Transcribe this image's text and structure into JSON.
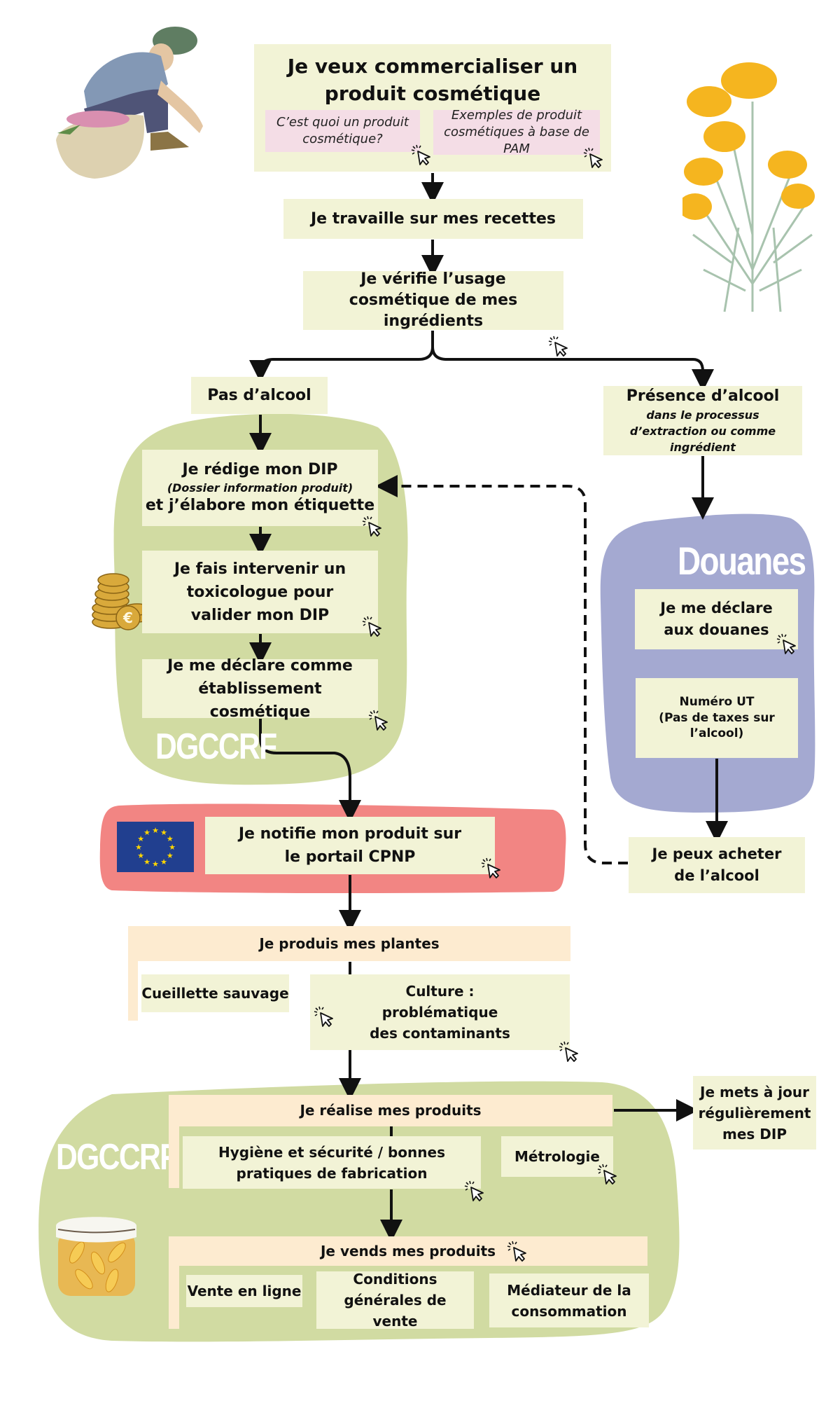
{
  "steps": {
    "start": {
      "title": "Je veux commercialiser un produit cosmétique",
      "link1": "C’est quoi un produit cosmétique?",
      "link2": "Exemples de produit cosmétiques à base de PAM"
    },
    "recettes": "Je travaille sur mes recettes",
    "verifie": "Je vérifie l’usage cosmétique de mes ingrédients",
    "pas_alcool": "Pas d’alcool",
    "presence_alcool": {
      "title": "Présence d’alcool",
      "subtitle": "dans le processus d’extraction ou comme ingrédient"
    },
    "dip": {
      "line1": "Je rédige mon DIP",
      "line2": "(Dossier information produit)",
      "line3": "et j’élabore mon étiquette"
    },
    "toxicologue": "Je fais intervenir un toxicologue pour valider mon DIP",
    "etablissement": "Je me déclare comme établissement cosmétique",
    "cpnp": "Je notifie mon produit sur le portail CPNP",
    "douanes_declare": "Je me déclare aux douanes",
    "numero_ut": {
      "line1": "Numéro UT",
      "line2": "(Pas de taxes sur l’alcool)"
    },
    "acheter_alcool": "Je peux acheter de l’alcool",
    "produis_plantes": "Je produis mes plantes",
    "cueillette": "Cueillette sauvage",
    "culture": "Culture : problématique des contaminants",
    "realise": "Je réalise mes produits",
    "hygiene": "Hygiène et sécurité / bonnes pratiques de fabrication",
    "metrologie": "Métrologie",
    "mets_a_jour": "Je mets à jour régulièrement mes DIP",
    "vends": "Je vends mes produits",
    "vente_ligne": "Vente en ligne",
    "conditions": "Conditions générales de vente",
    "mediateur": "Médiateur de la consommation"
  },
  "zones": {
    "dgccrf_top": "DGCCRF",
    "dgccrf_bottom": "DGCCRF",
    "douanes": "Douanes"
  },
  "illustrations": {
    "farmer": "farmer-with-basket-illustration",
    "plant": "helichrysum-plant-illustration",
    "coins": "euro-coins-illustration",
    "eu_flag": "eu-flag-icon",
    "jar": "macerate-jar-illustration",
    "cursor": "click-cursor-icon"
  },
  "colors": {
    "box": "#f2f3d6",
    "peach": "#fdebd0",
    "pink": "#f4dde6",
    "dgccrf_green": "#d1dba2",
    "douanes_blue": "#a4a9d1",
    "eu_red": "#f28583"
  }
}
